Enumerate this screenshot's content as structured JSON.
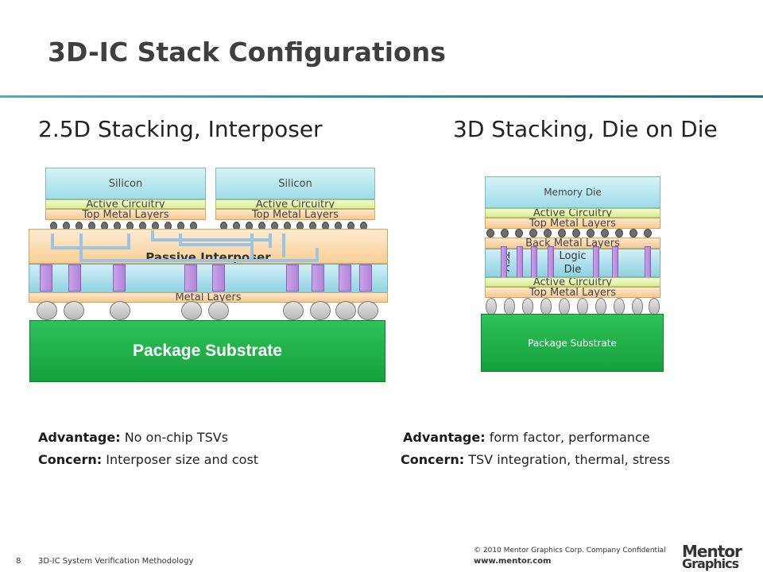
{
  "slide": {
    "title": "3D-IC Stack Configurations",
    "left_heading": "2.5D  Stacking, Interposer",
    "right_heading": "3D Stacking, Die on Die"
  },
  "left_diagram": {
    "silicon_left": "Silicon",
    "silicon_right": "Silicon",
    "active_left": "Active Circuitry",
    "active_right": "Active Circuitry",
    "topmetal_left": "Top Metal Layers",
    "topmetal_right": "Top Metal Layers",
    "interposer": "Passive Interposer",
    "metal_layers": "Metal Layers",
    "substrate": "Package Substrate"
  },
  "right_diagram": {
    "memory_die": "Memory Die",
    "active_top": "Active Circuitry",
    "topmetal_top": "Top Metal Layers",
    "back_metal": "Back Metal Layers",
    "logic_die_line1": "Logic",
    "logic_die_line2": "Die",
    "tsv_label": "TSV",
    "active_bottom": "Active Circuitry",
    "topmetal_bottom": "Top Metal Layers",
    "substrate": "Package Substrate"
  },
  "notes": {
    "left_advantage_label": "Advantage:",
    "left_advantage_text": " No on-chip TSVs",
    "left_concern_label": "Concern:",
    "left_concern_text": " Interposer size and cost",
    "right_advantage_label": "Advantage:",
    "right_advantage_text": " form factor, performance",
    "right_concern_label": "Concern:",
    "right_concern_text": " TSV integration, thermal, stress"
  },
  "footer": {
    "page_number": "8",
    "presentation": "3D-IC System Verification Methodology",
    "copyright": "© 2010 Mentor Graphics Corp. Company Confidential",
    "website": "www.mentor.com",
    "logo_line1": "Mentor",
    "logo_line2": "Graphics"
  }
}
